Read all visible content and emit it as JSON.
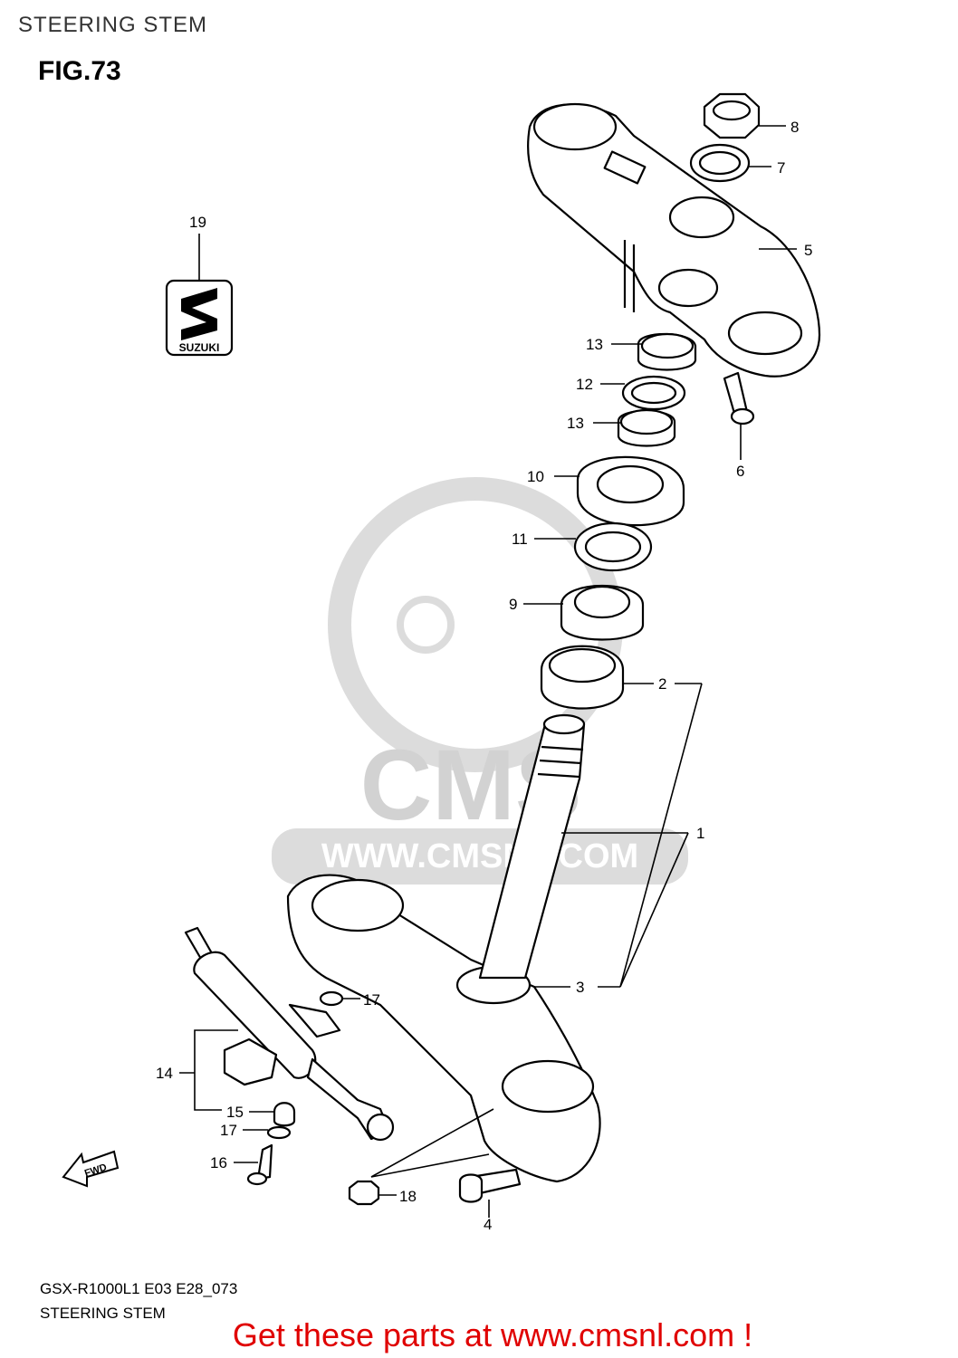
{
  "header": {
    "section_title": "STEERING STEM",
    "figure": "FIG.73"
  },
  "callouts": [
    "1",
    "2",
    "3",
    "4",
    "5",
    "6",
    "7",
    "8",
    "9",
    "10",
    "11",
    "12",
    "13",
    "13",
    "14",
    "15",
    "16",
    "17",
    "17",
    "18",
    "19"
  ],
  "logo_text": "SUZUKI",
  "fwd_text": "FWD",
  "watermark": {
    "brand": "CMS",
    "url": "WWW.CMSNL.COM"
  },
  "footer": {
    "model_code": "GSX-R1000L1 E03 E28_073",
    "section": "STEERING STEM",
    "cta": "Get these parts at www.cmsnl.com !",
    "cta_color": "#e00000"
  }
}
